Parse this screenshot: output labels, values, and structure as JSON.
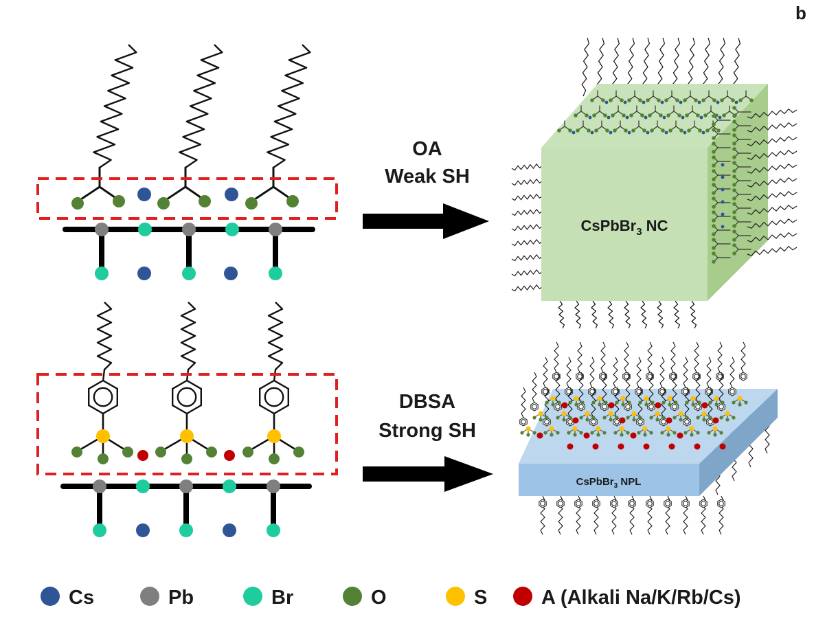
{
  "panel_label": "b",
  "top_row": {
    "arrow_line1": "OA",
    "arrow_line2": "Weak SH",
    "product_main": "CsPbBr",
    "product_sub": "3",
    "product_suffix": " NC"
  },
  "bottom_row": {
    "arrow_line1": "DBSA",
    "arrow_line2": "Strong SH",
    "product_main": "CsPbBr",
    "product_sub": "3",
    "product_suffix": " NPL"
  },
  "legend": [
    {
      "symbol": "Cs",
      "color": "#2f5597"
    },
    {
      "symbol": "Pb",
      "color": "#7f7f7f"
    },
    {
      "symbol": "Br",
      "color": "#1fcc9e"
    },
    {
      "symbol": "O",
      "color": "#548235"
    },
    {
      "symbol": "S",
      "color": "#ffc000"
    },
    {
      "symbol": "A (Alkali Na/K/Rb/Cs)",
      "color": "#c00000"
    }
  ],
  "colors": {
    "dashed_box": "#e02020",
    "nc_front": "#c5e0b4",
    "nc_side": "#a9d08e",
    "npl_top": "#bdd7ee",
    "npl_front": "#9dc3e6",
    "npl_side": "#7fa6c9",
    "arrow": "#000000"
  }
}
